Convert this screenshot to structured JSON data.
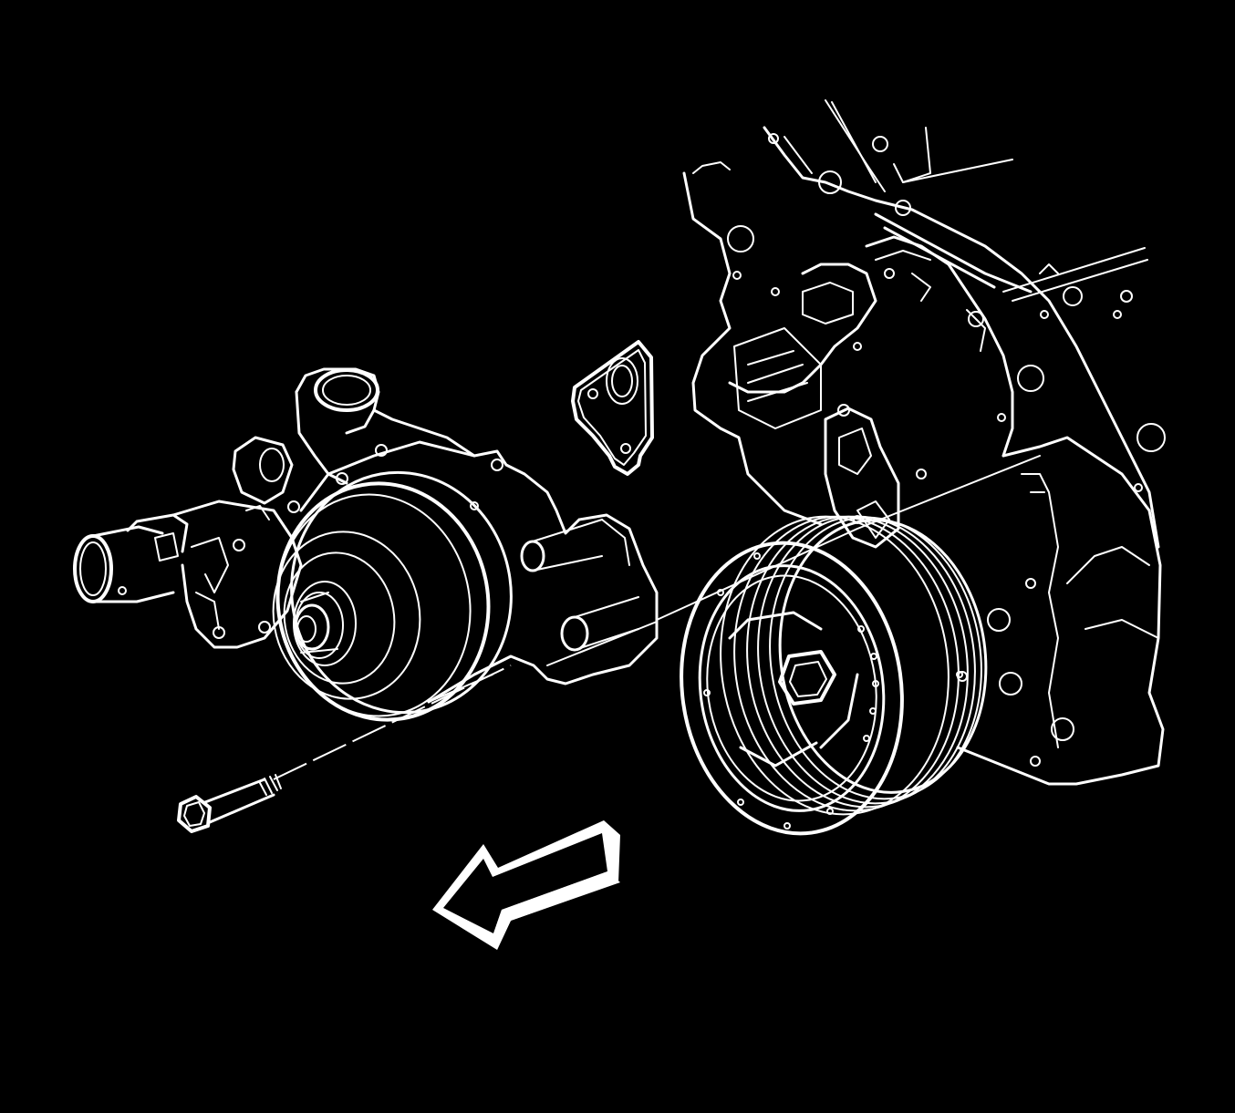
{
  "diagram": {
    "colors": {
      "background": "#000000",
      "linework": "#ffffff"
    },
    "components": [
      "water-pump",
      "water-pump-gasket",
      "engine-block-front-cover",
      "crankshaft-balancer",
      "water-pump-bolt",
      "direction-arrow-icon"
    ]
  }
}
